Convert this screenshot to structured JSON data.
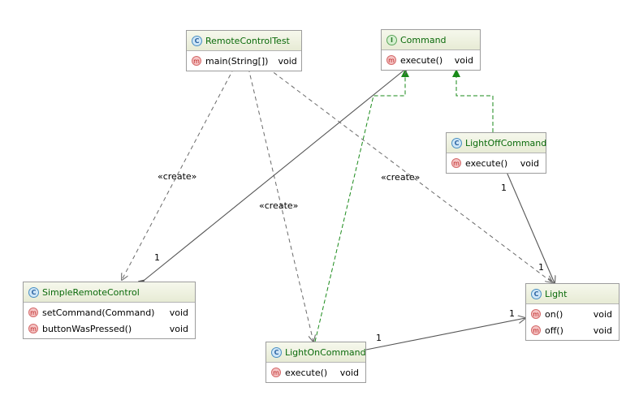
{
  "classes": {
    "remote_control_test": {
      "name": "RemoteControlTest",
      "kind_icon": "C",
      "methods": [
        {
          "icon": "m",
          "sig": "main(String[])",
          "ret": "void"
        }
      ]
    },
    "command": {
      "name": "Command",
      "kind_icon": "I",
      "methods": [
        {
          "icon": "m",
          "sig": "execute()",
          "ret": "void"
        }
      ]
    },
    "light_off_command": {
      "name": "LightOffCommand",
      "kind_icon": "C",
      "methods": [
        {
          "icon": "m",
          "sig": "execute()",
          "ret": "void"
        }
      ]
    },
    "simple_remote_control": {
      "name": "SimpleRemoteControl",
      "kind_icon": "C",
      "methods": [
        {
          "icon": "m",
          "sig": "setCommand(Command)",
          "ret": "void"
        },
        {
          "icon": "m",
          "sig": "buttonWasPressed()",
          "ret": "void"
        }
      ]
    },
    "light_on_command": {
      "name": "LightOnCommand",
      "kind_icon": "C",
      "methods": [
        {
          "icon": "m",
          "sig": "execute()",
          "ret": "void"
        }
      ]
    },
    "light": {
      "name": "Light",
      "kind_icon": "C",
      "methods": [
        {
          "icon": "m",
          "sig": "on()",
          "ret": "void"
        },
        {
          "icon": "m",
          "sig": "off()",
          "ret": "void"
        }
      ]
    }
  },
  "labels": {
    "create_1": "«create»",
    "create_2": "«create»",
    "create_3": "«create»",
    "mult_command": "1",
    "mult_simple_remote": "1",
    "mult_lightoff_light": "1",
    "mult_light_top": "1",
    "mult_lighton": "1",
    "mult_light_left": "1"
  },
  "colors": {
    "realization": "#1a8a1a",
    "dependency": "#6a6a6a",
    "association": "#555555"
  }
}
